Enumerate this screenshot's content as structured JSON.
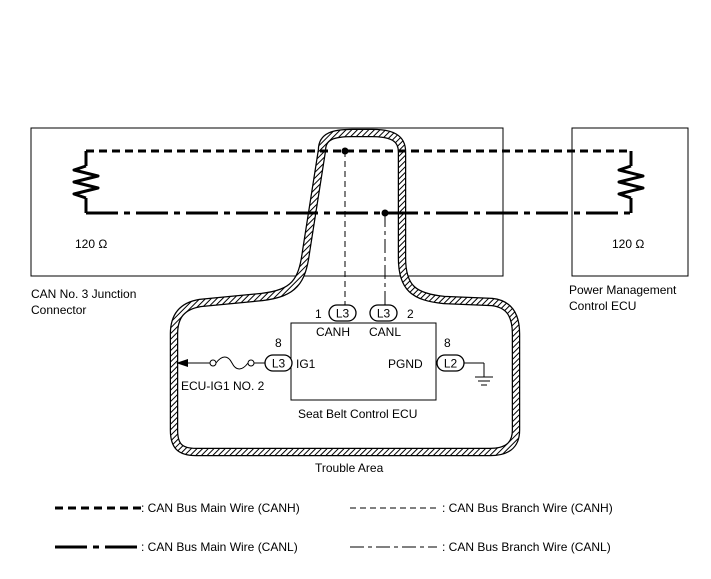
{
  "blocks": {
    "junction": {
      "label_line1": "CAN No. 3 Junction",
      "label_line2": "Connector",
      "resistance": "120 Ω"
    },
    "power_ecu": {
      "label_line1": "Power Management",
      "label_line2": "Control ECU",
      "resistance": "120 Ω"
    },
    "seat_belt_ecu": {
      "label": "Seat Belt Control ECU"
    }
  },
  "connectors": {
    "canh": {
      "connector": "L3",
      "pin": "1",
      "signal": "CANH"
    },
    "canl": {
      "connector": "L3",
      "pin": "2",
      "signal": "CANL"
    },
    "ig1": {
      "connector": "L3",
      "pin": "8",
      "signal": "IG1"
    },
    "pgnd": {
      "connector": "L2",
      "pin": "8",
      "signal": "PGND"
    }
  },
  "power_source": "ECU-IG1 NO. 2",
  "trouble_area": "Trouble Area",
  "legend": [
    {
      "key": "main-canh",
      "text": ": CAN Bus Main Wire (CANH)"
    },
    {
      "key": "branch-canh",
      "text": ": CAN Bus Branch Wire (CANH)"
    },
    {
      "key": "main-canl",
      "text": ": CAN Bus Main Wire (CANL)"
    },
    {
      "key": "branch-canl",
      "text": ": CAN Bus Branch Wire (CANL)"
    }
  ]
}
